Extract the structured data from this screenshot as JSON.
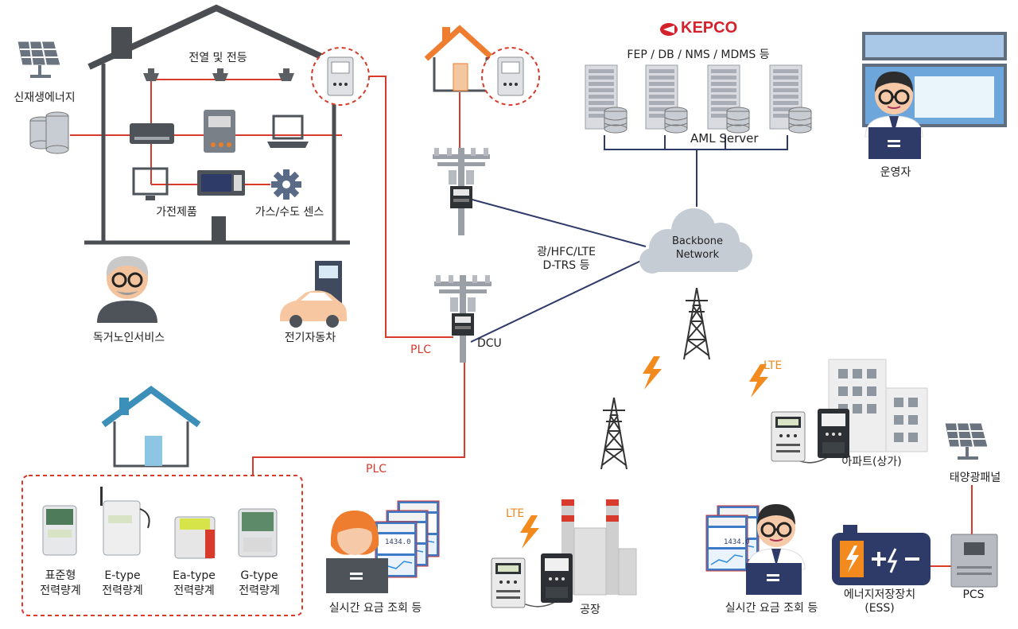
{
  "brand": {
    "logo_text": "KEPCO",
    "logo_color": "#d4212b"
  },
  "colors": {
    "red_line": "#d83a2b",
    "navy_line": "#2e3a68",
    "gray": "#555555",
    "orange": "#ef8a1d",
    "house_orange": "#ee7d2f",
    "house_blue": "#3c8fb8"
  },
  "labels": {
    "servers": "FEP / DB / NMS / MDMS 등",
    "aml_server": "AML Server",
    "operator": "운영자",
    "renewable": "신재생에너지",
    "heat_light": "전열 및 전등",
    "appliances": "가전제품",
    "gas_water": "가스/수도 센스",
    "elderly": "독거노인서비스",
    "ev": "전기자동차",
    "backbone_1": "Backbone",
    "backbone_2": "Network",
    "network_types_1": "광/HFC/LTE",
    "network_types_2": "D-TRS 등",
    "dcu": "DCU",
    "plc_1": "PLC",
    "plc_2": "PLC",
    "lte_1": "LTE",
    "lte_2": "LTE",
    "apartment": "아파트(상가)",
    "solar_panel": "태양광패널",
    "pcs": "PCS",
    "ess_1": "에너지저장장치",
    "ess_2": "(ESS)",
    "factory": "공장",
    "realtime_1": "실시간 요금 조회 등",
    "realtime_2": "실시간 요금 조회 등",
    "meter_display": "1434.0"
  },
  "meters": [
    {
      "line1": "표준형",
      "line2": "전력량계"
    },
    {
      "line1": "E-type",
      "line2": "전력량계"
    },
    {
      "line1": "Ea-type",
      "line2": "전력량계"
    },
    {
      "line1": "G-type",
      "line2": "전력량계"
    }
  ]
}
